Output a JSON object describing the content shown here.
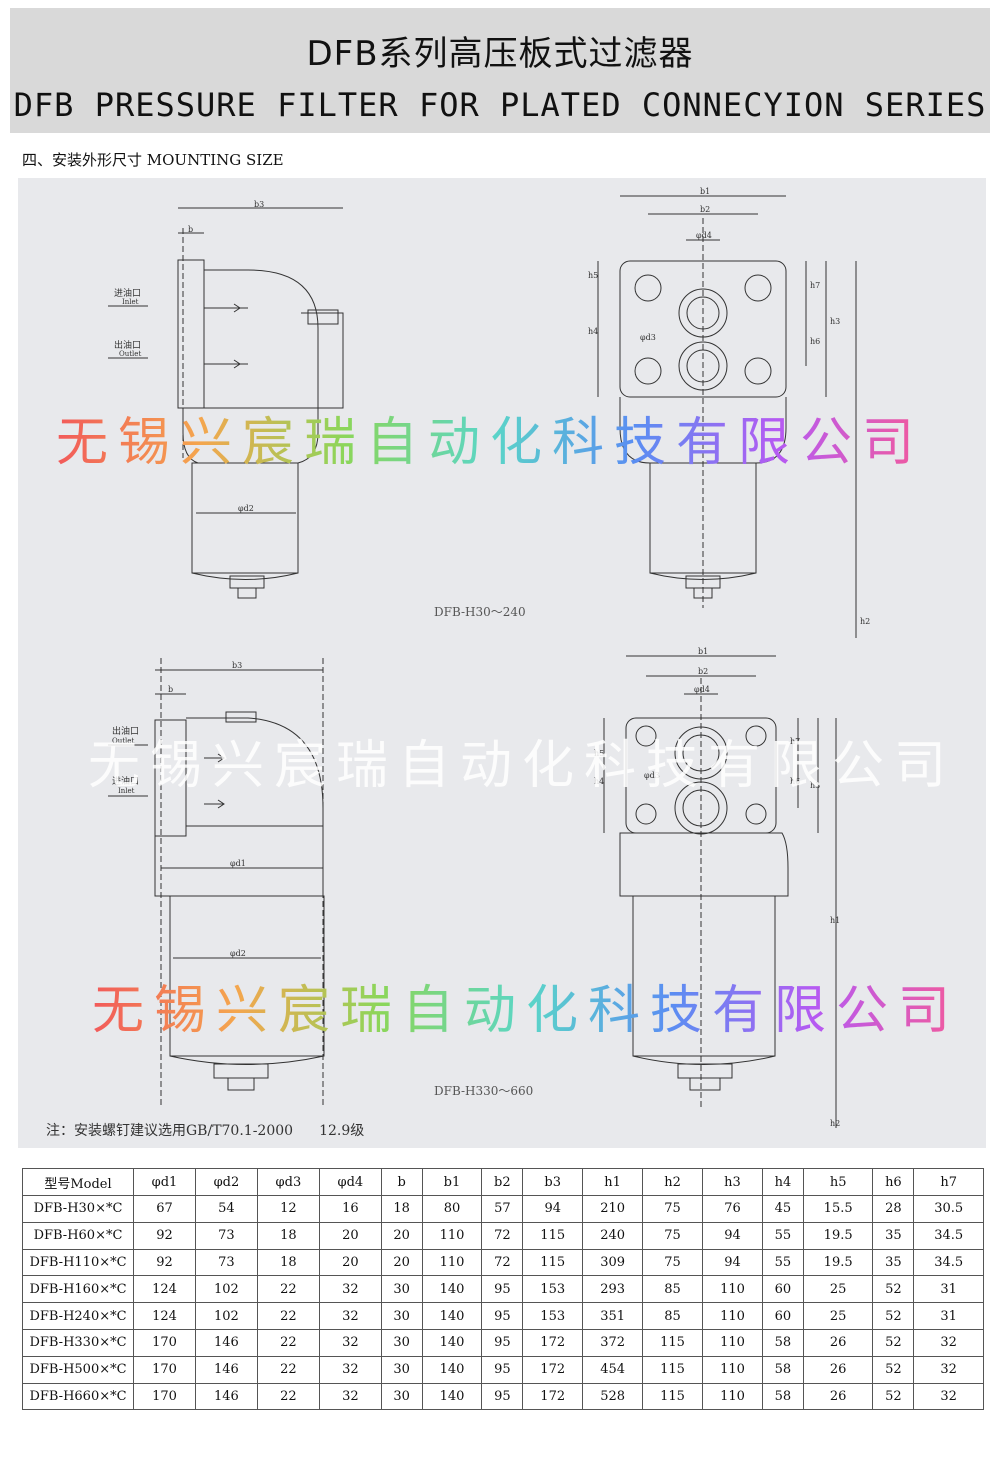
{
  "header": {
    "title_cn": "DFB系列高压板式过滤器",
    "title_en": "DFB PRESSURE FILTER FOR PLATED CONNECYION SERIES"
  },
  "section_title": "四、安装外形尺寸 MOUNTING SIZE",
  "watermark": "无锡兴宸瑞自动化科技有限公司",
  "drawing": {
    "labels": {
      "inlet_cn": "进油口",
      "inlet_en": "Inlet",
      "outlet_cn": "出油口",
      "outlet_en": "Outlet",
      "b": "b",
      "b1": "b1",
      "b2": "b2",
      "b3": "b3",
      "h1": "h1",
      "h2": "h2",
      "h3": "h3",
      "h4": "h4",
      "h5": "h5",
      "h6": "h6",
      "h7": "h7",
      "d1": "φd1",
      "d2": "φd2",
      "d3": "φd3",
      "d4": "φd4"
    },
    "captions": {
      "top": "DFB-H30～240",
      "bottom": "DFB-H330～660"
    },
    "note": "注：安装螺钉建议选用GB/T70.1-2000",
    "note_grade": "12.9级"
  },
  "table": {
    "columns": [
      "型号Model",
      "φd1",
      "φd2",
      "φd3",
      "φd4",
      "b",
      "b1",
      "b2",
      "b3",
      "h1",
      "h2",
      "h3",
      "h4",
      "h5",
      "h6",
      "h7"
    ],
    "rows": [
      [
        "DFB-H30×*C",
        "67",
        "54",
        "12",
        "16",
        "18",
        "80",
        "57",
        "94",
        "210",
        "75",
        "76",
        "45",
        "15.5",
        "28",
        "30.5"
      ],
      [
        "DFB-H60×*C",
        "92",
        "73",
        "18",
        "20",
        "20",
        "110",
        "72",
        "115",
        "240",
        "75",
        "94",
        "55",
        "19.5",
        "35",
        "34.5"
      ],
      [
        "DFB-H110×*C",
        "92",
        "73",
        "18",
        "20",
        "20",
        "110",
        "72",
        "115",
        "309",
        "75",
        "94",
        "55",
        "19.5",
        "35",
        "34.5"
      ],
      [
        "DFB-H160×*C",
        "124",
        "102",
        "22",
        "32",
        "30",
        "140",
        "95",
        "153",
        "293",
        "85",
        "110",
        "60",
        "25",
        "52",
        "31"
      ],
      [
        "DFB-H240×*C",
        "124",
        "102",
        "22",
        "32",
        "30",
        "140",
        "95",
        "153",
        "351",
        "85",
        "110",
        "60",
        "25",
        "52",
        "31"
      ],
      [
        "DFB-H330×*C",
        "170",
        "146",
        "22",
        "32",
        "30",
        "140",
        "95",
        "172",
        "372",
        "115",
        "110",
        "58",
        "26",
        "52",
        "32"
      ],
      [
        "DFB-H500×*C",
        "170",
        "146",
        "22",
        "32",
        "30",
        "140",
        "95",
        "172",
        "454",
        "115",
        "110",
        "58",
        "26",
        "52",
        "32"
      ],
      [
        "DFB-H660×*C",
        "170",
        "146",
        "22",
        "32",
        "30",
        "140",
        "95",
        "172",
        "528",
        "115",
        "110",
        "58",
        "26",
        "52",
        "32"
      ]
    ]
  }
}
